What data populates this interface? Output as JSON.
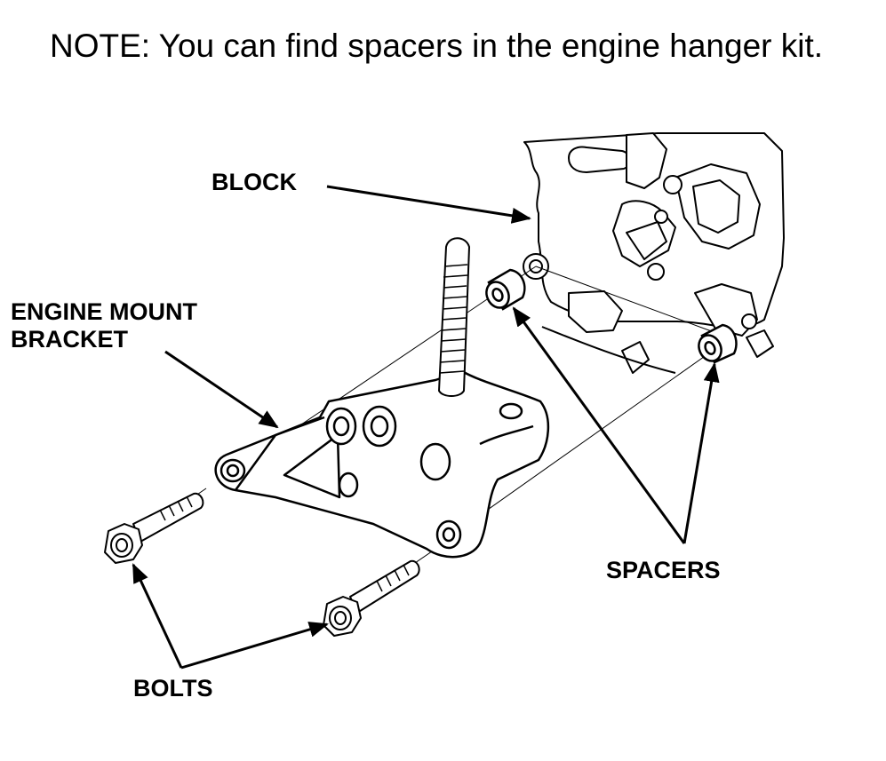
{
  "note": "NOTE: You can find spacers in the engine hanger kit.",
  "labels": {
    "block": "BLOCK",
    "engine_mount_line1": "ENGINE MOUNT",
    "engine_mount_line2": "BRACKET",
    "spacers": "SPACERS",
    "bolts": "BOLTS"
  }
}
